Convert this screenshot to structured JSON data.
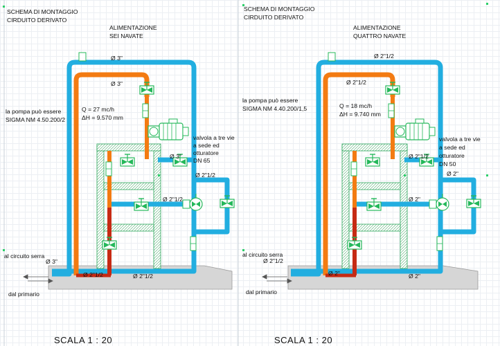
{
  "colors": {
    "supply_pipe": "#22aee0",
    "return_pipe_orange": "#f37b12",
    "return_pipe_red": "#c62a14",
    "valve_green": "#24b85a",
    "frame": "#2aa65a",
    "ground": "#d6d6d6"
  },
  "icons": [
    "gate-valve-icon",
    "pump-motor-icon",
    "three-way-valve-icon",
    "flange-icon",
    "arrow-icon"
  ],
  "left": {
    "title_line1": "SCHEMA DI MONTAGGIO",
    "title_line2": "CIRDUITO DERIVATO",
    "feed_line1": "ALIMENTAZIONE",
    "feed_line2": "SEI NAVATE",
    "pump_line1": "la pompa può essere",
    "pump_line2": "SIGMA NM 4.50.200/2",
    "flow_q": "Q = 27   mc/h",
    "flow_h": "ΔH = 9.570 mm",
    "valve_line1": "valvola a tre vie",
    "valve_line2": "a sede ed",
    "valve_line3": "otturatore",
    "valve_line4": "DN 65",
    "circuit": "al circuito serra",
    "primary": "dal primario",
    "dim_top": "Ø 3\"",
    "dim_inner_top": "Ø 3\"",
    "dim_branch": "Ø 3\"",
    "dim_loop": "Ø 2\"1/2",
    "dim_mid": "Ø 2\"1/2",
    "dim_circuit": "Ø 3\"",
    "dim_bottom_a": "Ø 2\"1/2",
    "dim_bottom_b": "Ø 2\"1/2",
    "scale": "SCALA   1 : 20"
  },
  "right": {
    "title_line1": "SCHEMA DI MONTAGGIO",
    "title_line2": "CIRDUITO DERIVATO",
    "feed_line1": "ALIMENTAZIONE",
    "feed_line2": "QUATTRO  NAVATE",
    "pump_line1": "la pompa può essere",
    "pump_line2": "SIGMA NM 4.40.200/1,5",
    "flow_q": "Q =    18  mc/h",
    "flow_h": "ΔH = 9.740 mm",
    "valve_line1": "valvola a tre vie",
    "valve_line2": "a sede ed",
    "valve_line3": "otturatore",
    "valve_line4": "DN 50",
    "circuit": "al circuito serra",
    "primary": "dal primario",
    "dim_top": "Ø 2\"1/2",
    "dim_inner_top": "Ø 2\"1/2",
    "dim_branch": "Ø 2\"1/2",
    "dim_loop": "Ø 2\"",
    "dim_mid": "Ø 2\"",
    "dim_circuit": "Ø 2\"1/2",
    "dim_bottom_a": "Ø 2\"",
    "dim_bottom_b": "Ø 2\"",
    "scale": "SCALA   1 : 20"
  }
}
